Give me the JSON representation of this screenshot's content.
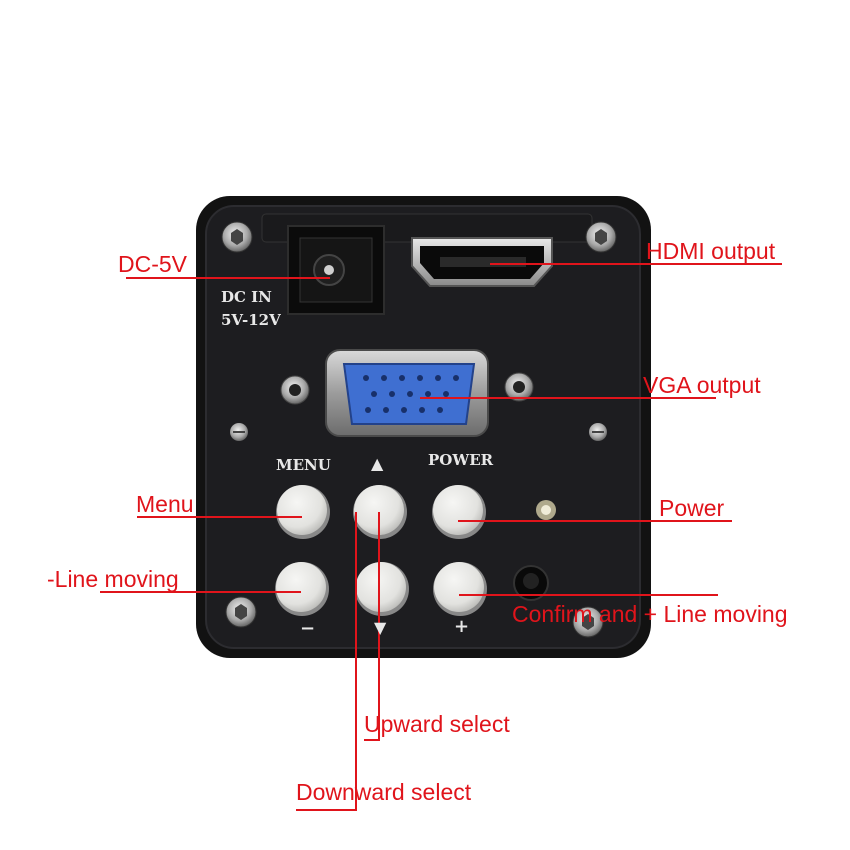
{
  "panel_labels": {
    "dc_in": "DC IN",
    "voltage": "5V-12V",
    "menu": "MENU",
    "power": "POWER",
    "up_arrow": "▲",
    "minus": "−",
    "down_arrow": "▼",
    "plus": "+"
  },
  "callouts": {
    "dc": "DC-5V",
    "hdmi": "HDMI output",
    "vga": "VGA output",
    "menu": "Menu",
    "power": "Power",
    "line_minus": "-Line moving",
    "confirm": "Confirm and + Line moving",
    "upward": "Upward select",
    "downward": "Downward select"
  },
  "colors": {
    "callout": "#e0141b",
    "body": "#141414",
    "plate": "#1c1c1e",
    "vga_blue": "#3f6fd1",
    "button": "#e6e6e3"
  }
}
